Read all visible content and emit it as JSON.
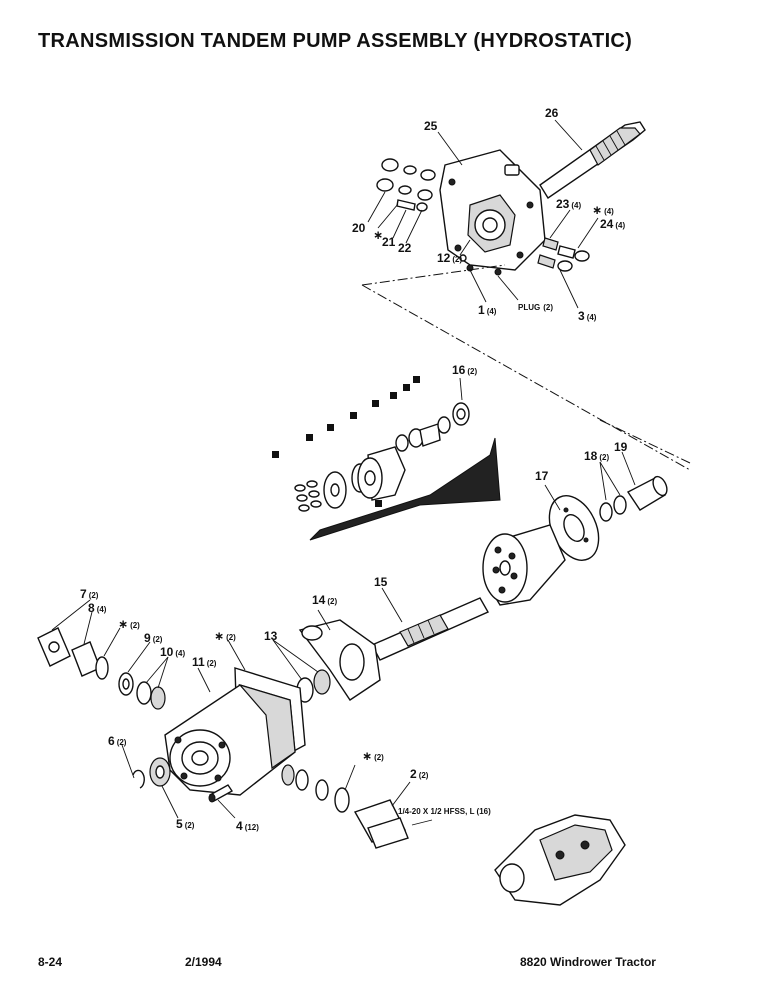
{
  "title": "TRANSMISSION TANDEM PUMP ASSEMBLY (HYDROSTATIC)",
  "footer": {
    "page": "8-24",
    "date": "2/1994",
    "model": "8820 Windrower Tractor"
  },
  "callouts": [
    {
      "id": "c26",
      "num": "26",
      "qty": ""
    },
    {
      "id": "c25",
      "num": "25",
      "qty": ""
    },
    {
      "id": "c23",
      "num": "23",
      "qty": "(4)"
    },
    {
      "id": "cstar1",
      "num": "∗",
      "qty": "(4)"
    },
    {
      "id": "c24",
      "num": "24",
      "qty": "(4)"
    },
    {
      "id": "c20",
      "num": "20",
      "qty": ""
    },
    {
      "id": "cstar2",
      "num": "∗",
      "qty": ""
    },
    {
      "id": "c21",
      "num": "21",
      "qty": ""
    },
    {
      "id": "c22",
      "num": "22",
      "qty": ""
    },
    {
      "id": "c12",
      "num": "12",
      "qty": "(2)"
    },
    {
      "id": "c1",
      "num": "1",
      "qty": "(4)"
    },
    {
      "id": "cplug",
      "num": "PLUG",
      "qty": "(2)"
    },
    {
      "id": "c3",
      "num": "3",
      "qty": "(4)"
    },
    {
      "id": "c16",
      "num": "16",
      "qty": "(2)"
    },
    {
      "id": "c19",
      "num": "19",
      "qty": ""
    },
    {
      "id": "c18",
      "num": "18",
      "qty": "(2)"
    },
    {
      "id": "c17",
      "num": "17",
      "qty": ""
    },
    {
      "id": "c15",
      "num": "15",
      "qty": ""
    },
    {
      "id": "c14",
      "num": "14",
      "qty": "(2)"
    },
    {
      "id": "c13",
      "num": "13",
      "qty": ""
    },
    {
      "id": "c7",
      "num": "7",
      "qty": "(2)"
    },
    {
      "id": "c8",
      "num": "8",
      "qty": "(4)"
    },
    {
      "id": "cstar3",
      "num": "∗",
      "qty": "(2)"
    },
    {
      "id": "c9",
      "num": "9",
      "qty": "(2)"
    },
    {
      "id": "c10",
      "num": "10",
      "qty": "(4)"
    },
    {
      "id": "c11",
      "num": "11",
      "qty": "(2)"
    },
    {
      "id": "cstar4",
      "num": "∗",
      "qty": "(2)"
    },
    {
      "id": "c6",
      "num": "6",
      "qty": "(2)"
    },
    {
      "id": "c5",
      "num": "5",
      "qty": "(2)"
    },
    {
      "id": "c4",
      "num": "4",
      "qty": "(12)"
    },
    {
      "id": "cstar5",
      "num": "∗",
      "qty": "(2)"
    },
    {
      "id": "c2",
      "num": "2",
      "qty": "(2)"
    }
  ],
  "note": "1/4-20 X 1/2 HFSS, L (16)"
}
